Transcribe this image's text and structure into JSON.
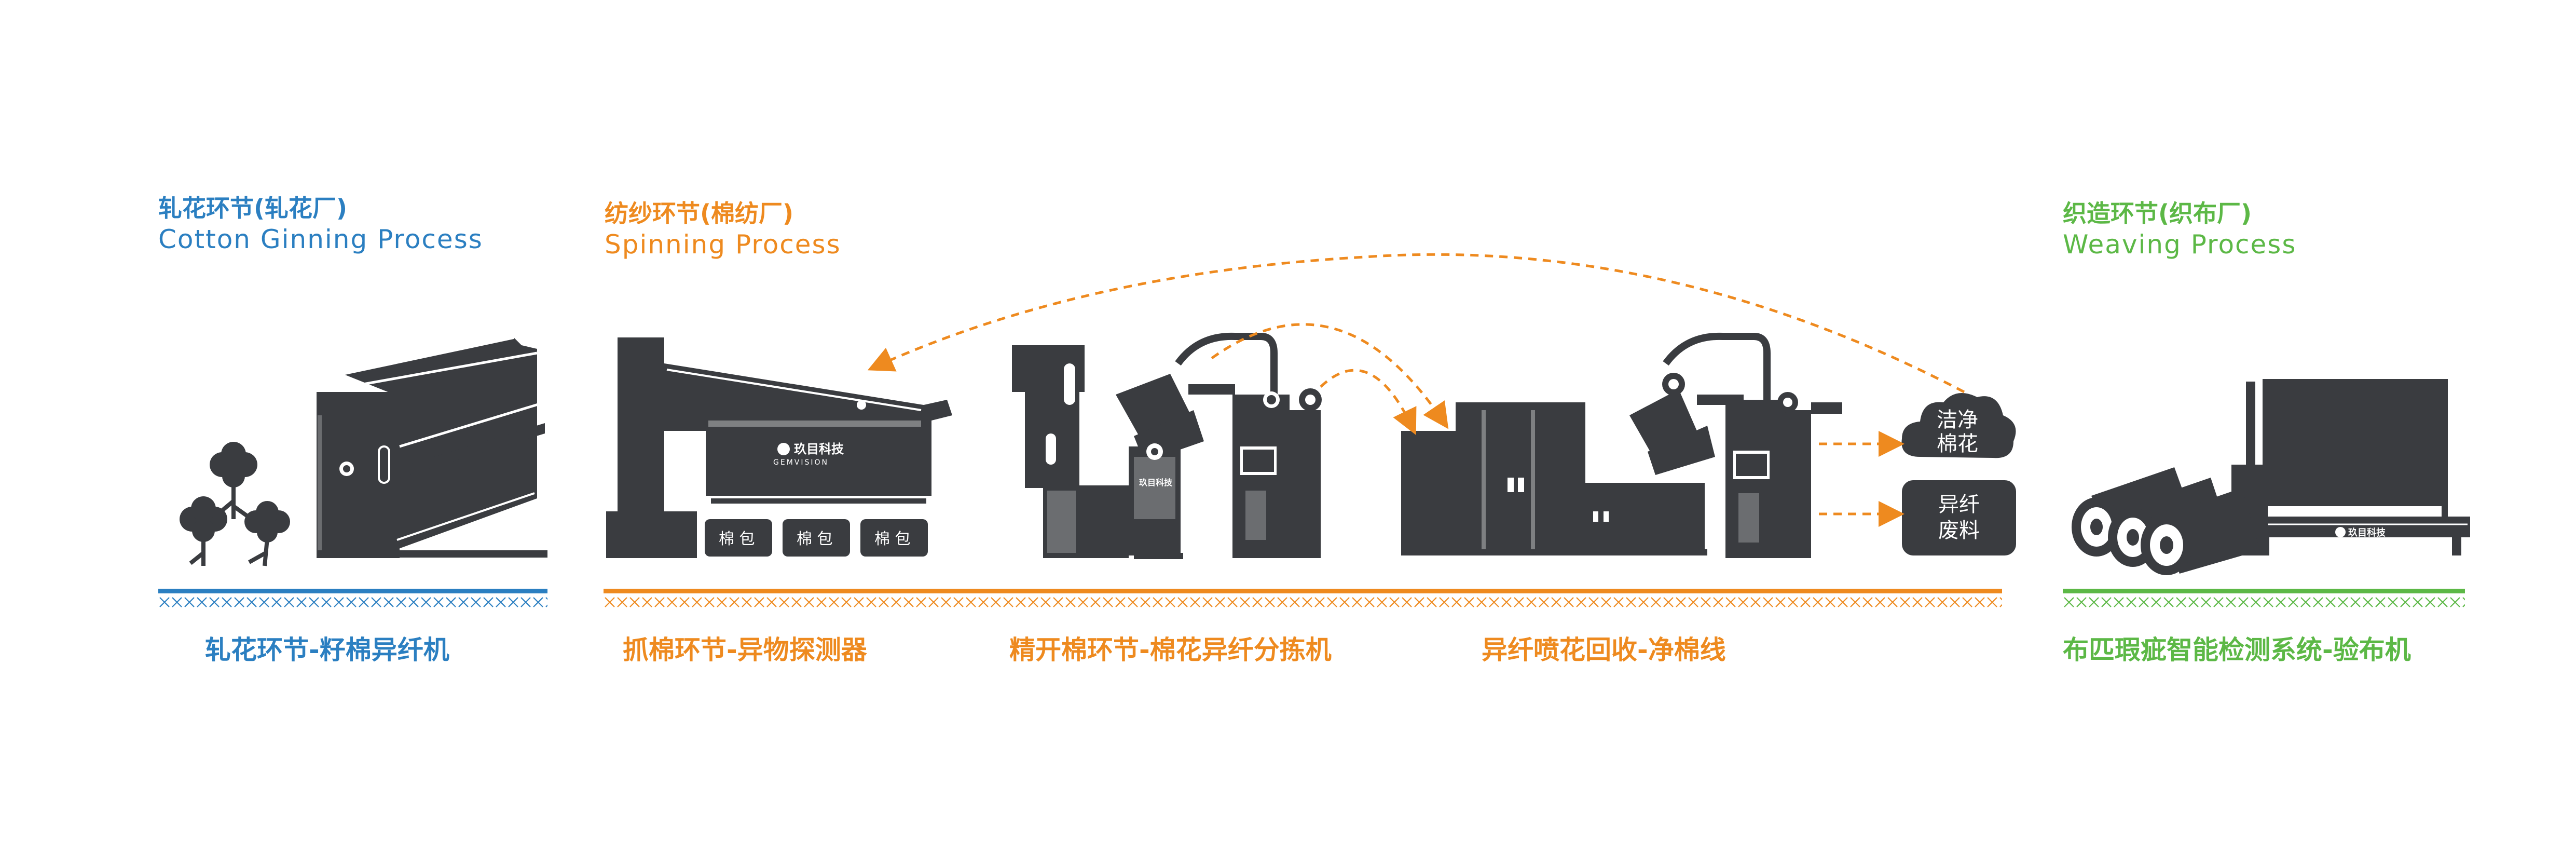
{
  "sections": {
    "ginning": {
      "title_cn": "轧花环节(轧花厂)",
      "title_en": "Cotton Ginning Process",
      "stage": "轧花环节-籽棉异纤机",
      "color": "#2b7fc1"
    },
    "spinning": {
      "title_cn": "纺纱环节(棉纺厂)",
      "title_en": "Spinning Process",
      "color": "#ee8a1f",
      "stages": [
        "抓棉环节-异物探测器",
        "精开棉环节-棉花异纤分拣机",
        "异纤喷花回收-净棉线"
      ]
    },
    "weaving": {
      "title_cn": "织造环节(织布厂)",
      "title_en": "Weaving Process",
      "stage": "布匹瑕疵智能检测系统-验布机",
      "color": "#5cb846"
    }
  },
  "bales": [
    "棉 包",
    "棉 包",
    "棉 包"
  ],
  "outputs": {
    "clean_line1": "洁净",
    "clean_line2": "棉花",
    "waste_line1": "异纤",
    "waste_line2": "废料"
  },
  "brand": {
    "cn": "玖目科技",
    "en": "GEMVISION"
  },
  "colors": {
    "machine": "#3a3c40",
    "accent_orange": "#ee8a1f"
  }
}
